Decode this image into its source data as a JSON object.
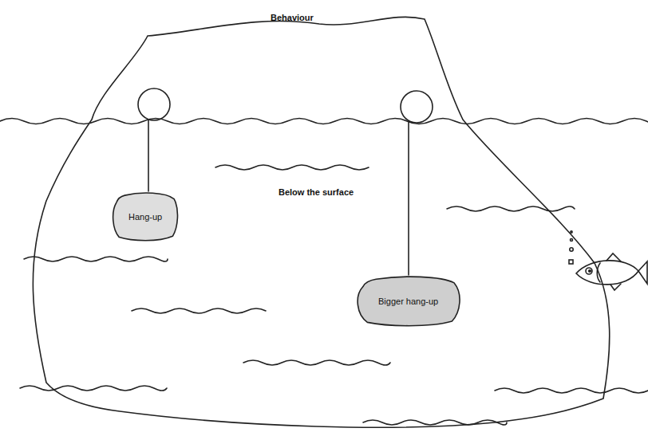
{
  "diagram": {
    "nodes": [
      {
        "text": [
          "Behaviour",
          "Below the surface"
        ]
      },
      {
        "text": [
          "Hang-up"
        ],
        "in": 0
      },
      {
        "text": [
          "Bigger hang-up"
        ],
        "in": 0
      }
    ]
  }
}
